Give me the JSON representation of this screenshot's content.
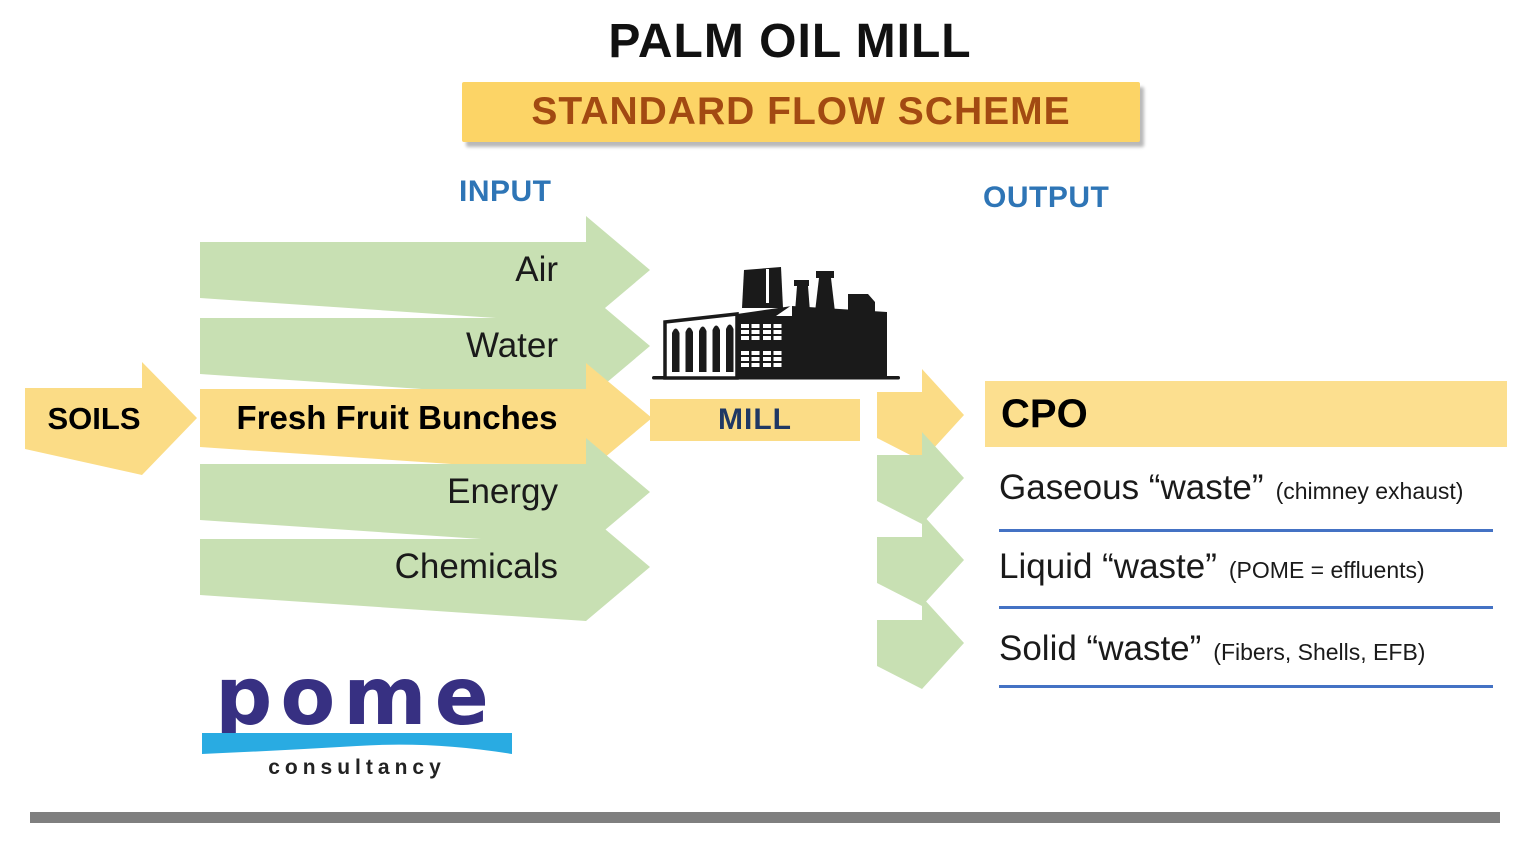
{
  "title": "PALM OIL MILL",
  "banner": "STANDARD FLOW SCHEME",
  "labels": {
    "input": "INPUT",
    "output": "OUTPUT"
  },
  "soils": {
    "label": "SOILS"
  },
  "inputs": [
    {
      "label": "Air"
    },
    {
      "label": "Water"
    },
    {
      "label": "Fresh Fruit Bunches"
    },
    {
      "label": "Energy"
    },
    {
      "label": "Chemicals"
    }
  ],
  "mill": {
    "label": "MILL",
    "icon": "factory-icon"
  },
  "outputs": {
    "cpo": {
      "label": "CPO"
    },
    "wastes": [
      {
        "main": "Gaseous “waste”",
        "note": "(chimney exhaust)"
      },
      {
        "main": "Liquid “waste”",
        "note": "(POME = effluents)"
      },
      {
        "main": "Solid “waste”",
        "note": "(Fibers, Shells, EFB)"
      }
    ]
  },
  "logo": {
    "wordmark": "pome",
    "tagline": "consultancy"
  },
  "colors": {
    "green_arrow": "#C8E0B3",
    "yellow_arrow": "#FBDC86",
    "banner_bg": "#FCD466",
    "banner_text": "#A24A12",
    "cpo_bg": "#FCDF8F",
    "section_label": "#2E75B6",
    "mill_text": "#1F3864",
    "logo_navy": "#373082",
    "logo_blue": "#29ABE2",
    "underline": "#4472C4",
    "divider_gray": "#7F7F7F"
  }
}
